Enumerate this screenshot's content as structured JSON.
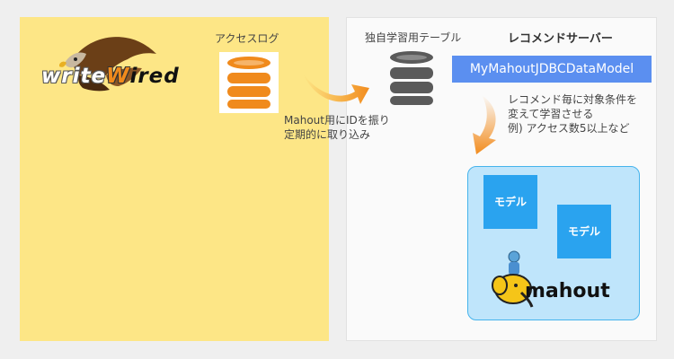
{
  "logo": {
    "part1": "write",
    "part2": "W",
    "part3": "ired"
  },
  "labels": {
    "access_log": "アクセスログ",
    "mahout_note_line1": "Mahout用にIDを振り",
    "mahout_note_line2": "定期的に取り込み",
    "training_table": "独自学習用テーブル",
    "recommend_server": "レコメンドサーバー",
    "data_model": "MyMahoutJDBCDataModel",
    "condition_line1": "レコメンド毎に対象条件を",
    "condition_line2": "変えて学習させる",
    "condition_line3": "例) アクセス数5以上など",
    "model_1": "モデル",
    "model_2": "モデル",
    "mahout_logo": "mahout"
  },
  "colors": {
    "left_panel": "#fde686",
    "orange_db": "#f08a1c",
    "gray_db": "#5a5a5a",
    "arrow_orange": "#f28c1e",
    "model_blue": "#2aa3ef",
    "datamodel_blue": "#5b8ff0"
  },
  "icons": [
    "eagle-icon",
    "database-icon",
    "arrow-icon",
    "elephant-icon"
  ]
}
